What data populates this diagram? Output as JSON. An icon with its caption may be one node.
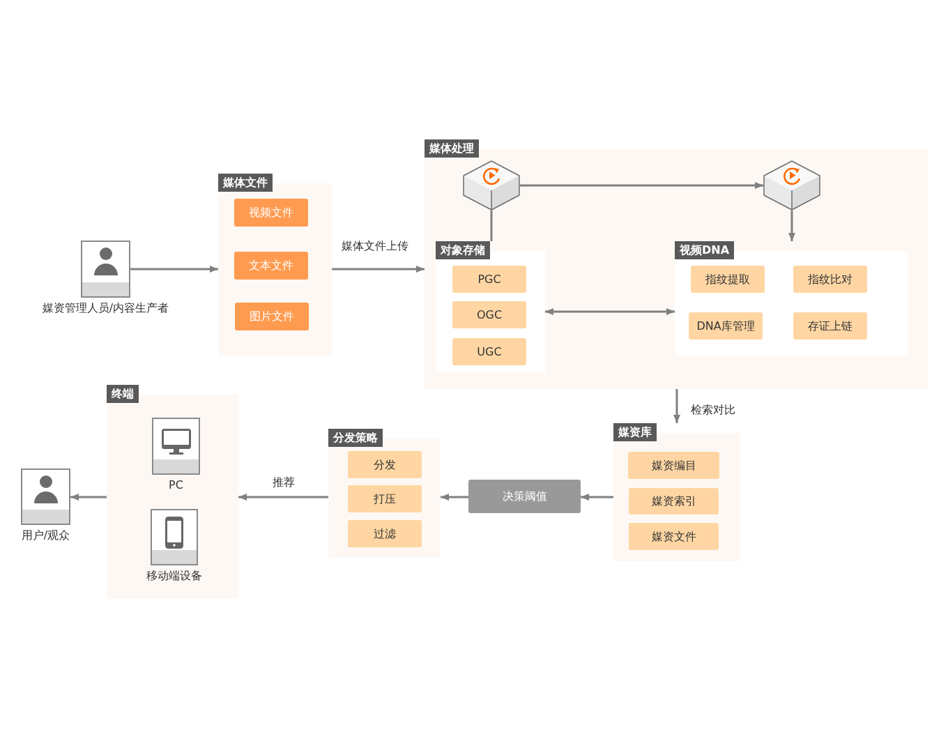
{
  "diagram": {
    "nodes": [
      {
        "text": [],
        "shape": "person",
        "beside": [
          "媒资管理人员/内容生产者"
        ]
      },
      {
        "text": [
          "媒体文件"
        ]
      },
      {
        "text": [
          "视频文件"
        ],
        "in": 1
      },
      {
        "text": [
          "文本文件"
        ],
        "in": 1
      },
      {
        "text": [
          "图片文件"
        ],
        "in": 1
      },
      {
        "text": [
          "媒体处理"
        ]
      },
      {
        "text": [],
        "shape": "cube",
        "in": 5
      },
      {
        "text": [],
        "shape": "cube",
        "in": 5
      },
      {
        "text": [
          "对象存储"
        ],
        "in": 5
      },
      {
        "text": [
          "PGC"
        ],
        "in": 8
      },
      {
        "text": [
          "OGC"
        ],
        "in": 8
      },
      {
        "text": [
          "UGC"
        ],
        "in": 8
      },
      {
        "text": [
          "视频DNA"
        ],
        "in": 5
      },
      {
        "text": [
          "指纹提取"
        ],
        "in": 12
      },
      {
        "text": [
          "指纹比对"
        ],
        "in": 12
      },
      {
        "text": [
          "DNA库管理"
        ],
        "in": 12
      },
      {
        "text": [
          "存证上链"
        ],
        "in": 12
      },
      {
        "text": [
          "媒资库"
        ]
      },
      {
        "text": [
          "媒资编目"
        ],
        "in": 17
      },
      {
        "text": [
          "媒资索引"
        ],
        "in": 17
      },
      {
        "text": [
          "媒资文件"
        ],
        "in": 17
      },
      {
        "text": [
          "决策阈值"
        ]
      },
      {
        "text": [
          "分发策略"
        ]
      },
      {
        "text": [
          "分发"
        ],
        "in": 22
      },
      {
        "text": [
          "打压"
        ],
        "in": 22
      },
      {
        "text": [
          "过滤"
        ],
        "in": 22
      },
      {
        "text": [
          "终端"
        ]
      },
      {
        "text": [],
        "shape": "monitor",
        "in": 26,
        "beside": [
          "PC"
        ]
      },
      {
        "text": [],
        "shape": "phone",
        "in": 26,
        "beside": [
          "移动端设备"
        ]
      },
      {
        "text": [],
        "shape": "person",
        "beside": [
          "用户/观众"
        ]
      }
    ],
    "edges": [
      {
        "from": 0,
        "to": 1,
        "arrow": "to"
      },
      {
        "from": 1,
        "to": 5,
        "arrow": "to",
        "label": "媒体文件上传"
      },
      {
        "from": 6,
        "to": 7,
        "arrow": "to"
      },
      {
        "from": 6,
        "to": 8,
        "arrow": "none"
      },
      {
        "from": 7,
        "to": 12,
        "arrow": "to"
      },
      {
        "from": 8,
        "to": 12,
        "arrow": "both"
      },
      {
        "from": 5,
        "to": 17,
        "arrow": "to",
        "label": "检索对比"
      },
      {
        "from": 17,
        "to": 21,
        "arrow": "to"
      },
      {
        "from": 21,
        "to": 22,
        "arrow": "to"
      },
      {
        "from": 22,
        "to": 26,
        "arrow": "to",
        "label": "推荐"
      },
      {
        "from": 26,
        "to": 29,
        "arrow": "to"
      }
    ]
  }
}
